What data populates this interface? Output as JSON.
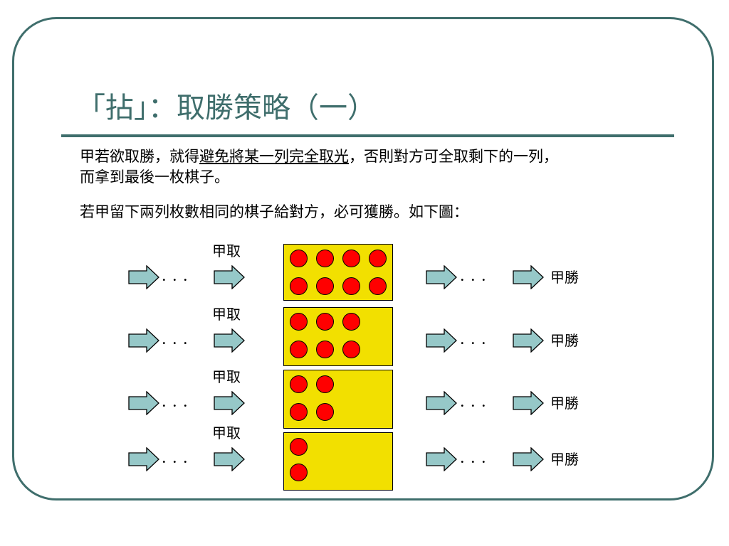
{
  "title": "「拈」：取勝策略（一）",
  "paragraph1": {
    "before": "甲若欲取勝，就得",
    "underlined": "避免將某一列完全取光",
    "after": "，否則對方可全取剩下的一列，",
    "line2": "而拿到最後一枚棋子。"
  },
  "paragraph2": "若甲留下兩列枚數相同的棋子給對方，必可獲勝。如下圖：",
  "rows": [
    {
      "take_label": "甲取",
      "dots": "．．．",
      "win_label": "甲勝",
      "stones_per_line": 4
    },
    {
      "take_label": "甲取",
      "dots": "．．．",
      "win_label": "甲勝",
      "stones_per_line": 3
    },
    {
      "take_label": "甲取",
      "dots": "．．．",
      "win_label": "甲勝",
      "stones_per_line": 2
    },
    {
      "take_label": "甲取",
      "dots": "．．．",
      "win_label": "甲勝",
      "stones_per_line": 1
    }
  ],
  "colors": {
    "frame": "#3f6e6c",
    "arrow_fill": "#96c8c8",
    "box_fill": "#f2e000",
    "stone_fill": "#ff0000"
  }
}
